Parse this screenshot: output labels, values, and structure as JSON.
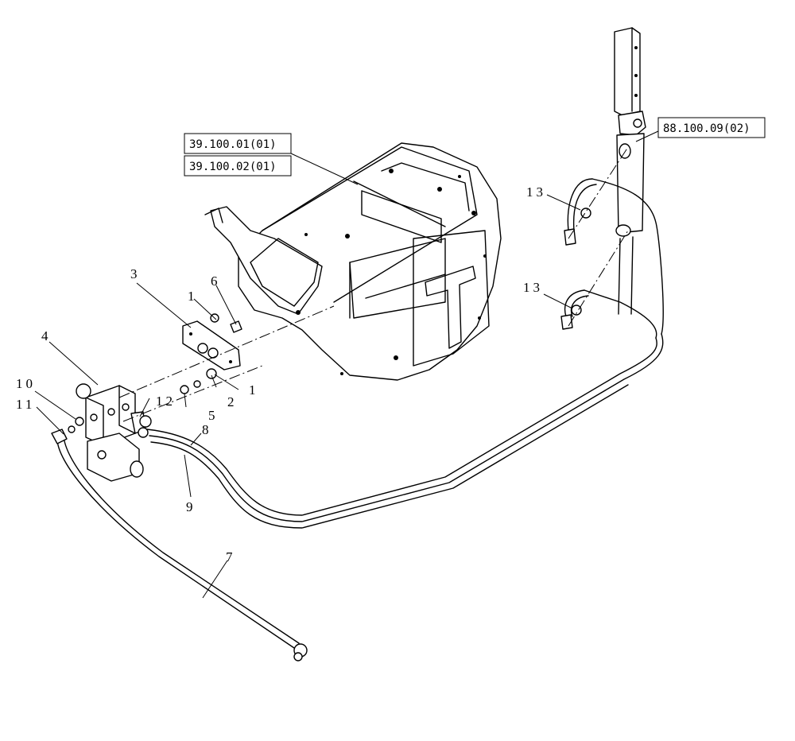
{
  "references": [
    {
      "id": "ref-1",
      "text": "39.100.01(01)"
    },
    {
      "id": "ref-2",
      "text": "39.100.02(01)"
    },
    {
      "id": "ref-3",
      "text": "88.100.09(02)"
    }
  ],
  "callouts": {
    "c1a": "1",
    "c1b": "1",
    "c2": "2",
    "c3": "3",
    "c4": "4",
    "c5": "5",
    "c6": "6",
    "c7": "7",
    "c8": "8",
    "c9": "9",
    "c10": "10",
    "c11": "11",
    "c12": "12",
    "c13a": "13",
    "c13b": "13"
  }
}
